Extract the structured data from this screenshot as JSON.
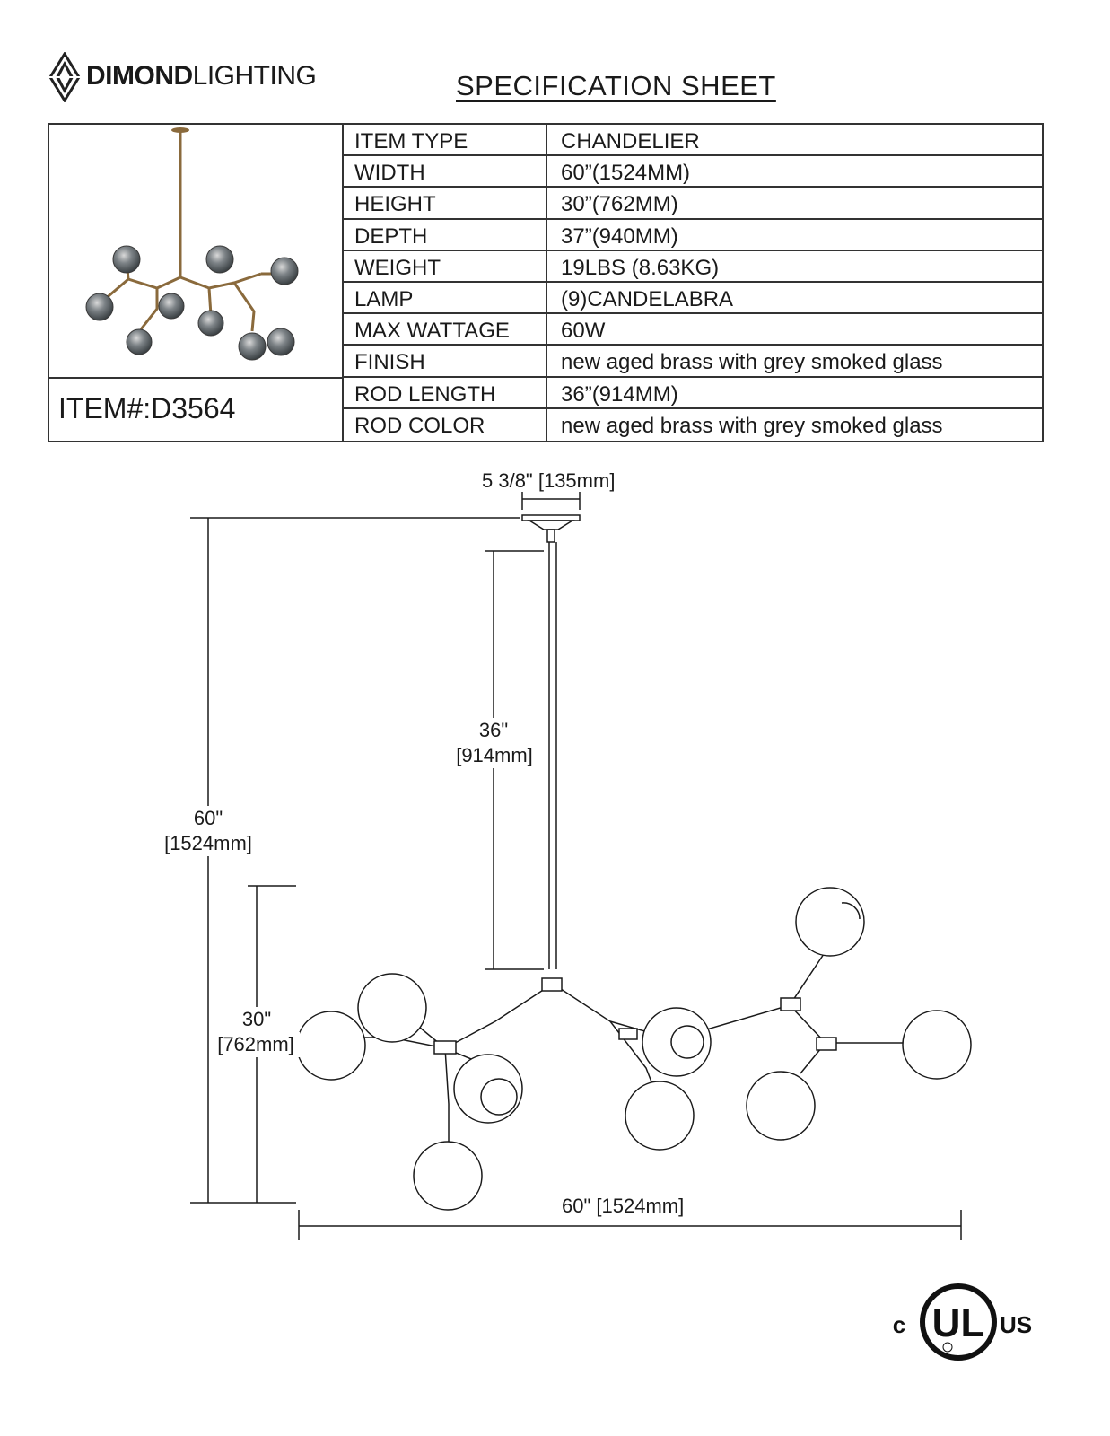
{
  "brand": {
    "bold": "DIMOND",
    "light": "LIGHTING"
  },
  "title": "SPECIFICATION  SHEET",
  "item": {
    "prefix": "ITEM#:",
    "number": "D3564"
  },
  "specs": [
    {
      "label": "ITEM TYPE",
      "value": "CHANDELIER"
    },
    {
      "label": "WIDTH",
      "value": "60”(1524MM)"
    },
    {
      "label": "HEIGHT",
      "value": "30”(762MM)"
    },
    {
      "label": "DEPTH",
      "value": "37”(940MM)"
    },
    {
      "label": "WEIGHT",
      "value": "19LBS (8.63KG)"
    },
    {
      "label": "LAMP",
      "value": "(9)CANDELABRA"
    },
    {
      "label": "MAX WATTAGE",
      "value": "60W"
    },
    {
      "label": "FINISH",
      "value": "new aged brass with grey smoked glass"
    },
    {
      "label": "ROD LENGTH",
      "value": "36”(914MM)"
    },
    {
      "label": "ROD COLOR",
      "value": "new aged brass with grey smoked glass"
    }
  ],
  "dimensions": {
    "canopy": "5 3/8\" [135mm]",
    "rod_in": "36\"",
    "rod_mm": "[914mm]",
    "overall_in": "60\"",
    "overall_mm": "[1524mm]",
    "height_in": "30\"",
    "height_mm": "[762mm]",
    "width": "60\" [1524mm]"
  },
  "certification": {
    "left": "c",
    "center": "UL",
    "right": "US"
  }
}
